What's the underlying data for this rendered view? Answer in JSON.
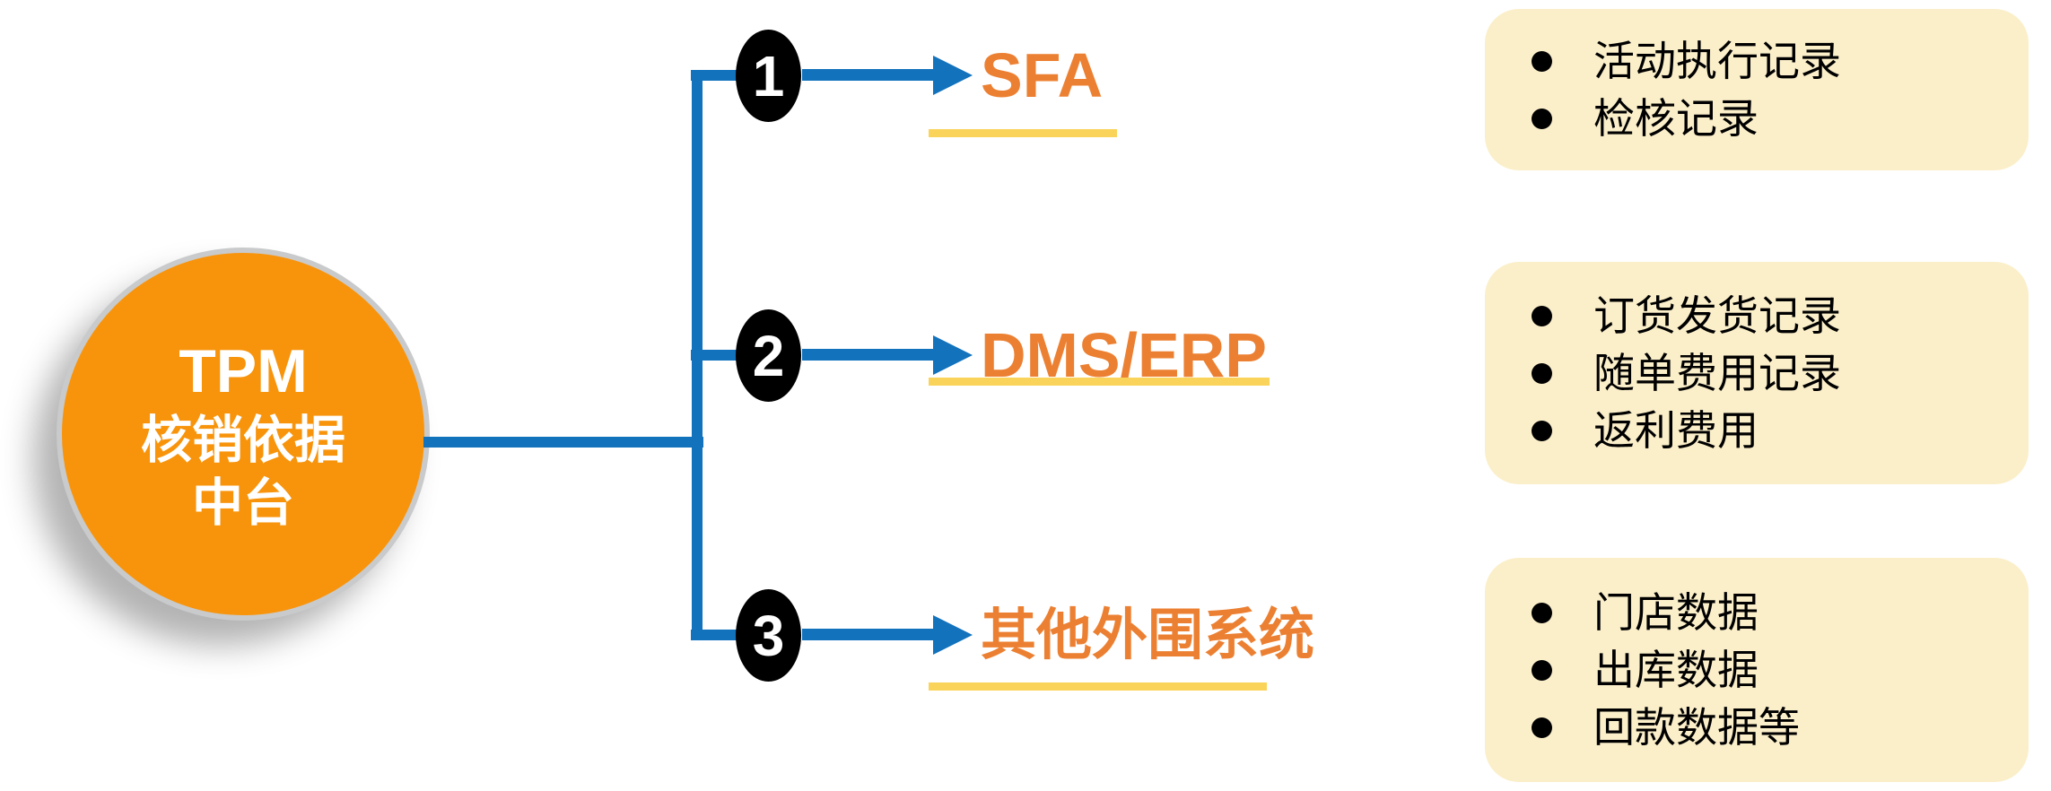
{
  "diagram": {
    "hub": {
      "title": "TPM",
      "subtitle_line1": "核销依据",
      "subtitle_line2": "中台"
    },
    "branches": [
      {
        "number": "1",
        "label": "SFA",
        "items": [
          "活动执行记录",
          "检核记录"
        ]
      },
      {
        "number": "2",
        "label": "DMS/ERP",
        "items": [
          "订货发货记录",
          "随单费用记录",
          "返利费用"
        ]
      },
      {
        "number": "3",
        "label": "其他外围系统",
        "items": [
          "门店数据",
          "出库数据",
          "回款数据等"
        ]
      }
    ],
    "colors": {
      "hub_orange": "#F8940B",
      "label_orange": "#EC8032",
      "connector_blue": "#1272BC",
      "underline_yellow": "#FAD45A",
      "panel_cream": "#FBEFCA",
      "badge_black": "#000000"
    }
  }
}
